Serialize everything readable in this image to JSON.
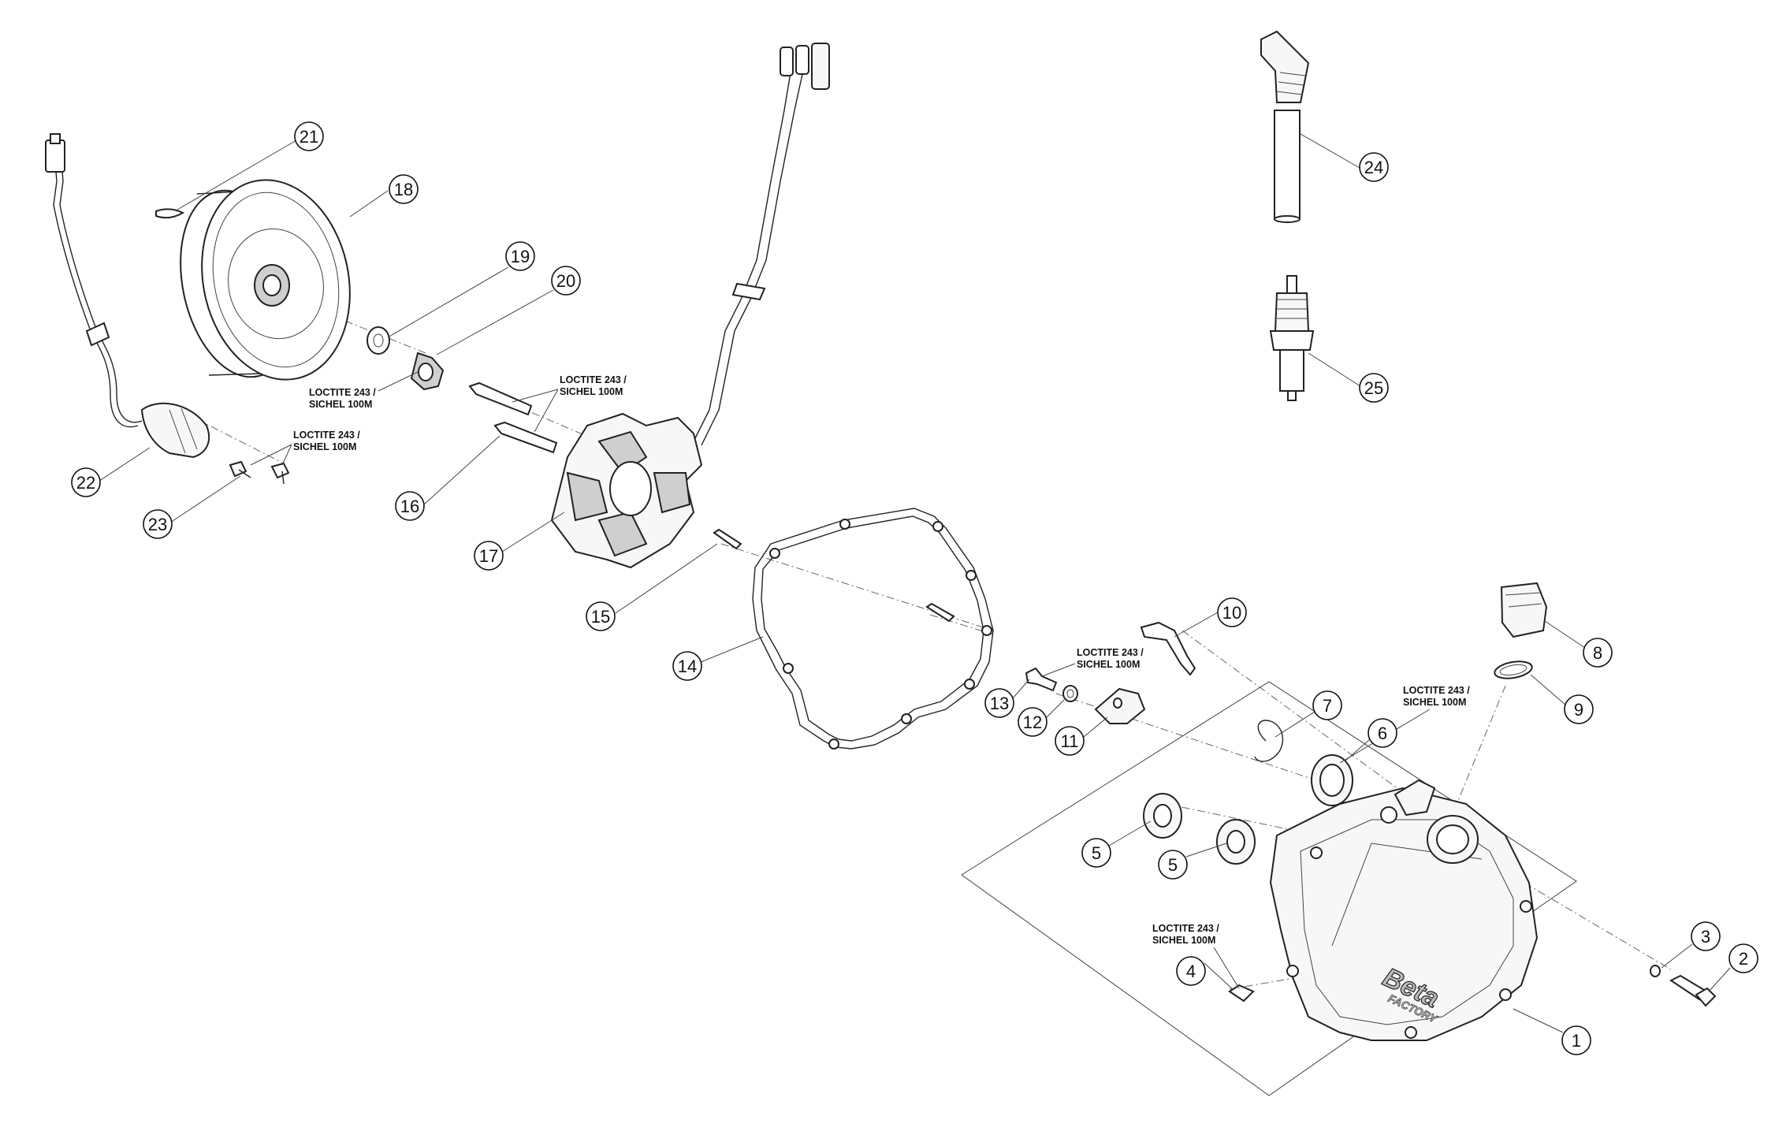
{
  "callouts": {
    "c1": "1",
    "c2": "2",
    "c3": "3",
    "c4": "4",
    "c5a": "5",
    "c5b": "5",
    "c6": "6",
    "c7": "7",
    "c8": "8",
    "c9": "9",
    "c10": "10",
    "c11": "11",
    "c12": "12",
    "c13": "13",
    "c14": "14",
    "c15": "15",
    "c16": "16",
    "c17": "17",
    "c18": "18",
    "c19": "19",
    "c20": "20",
    "c21": "21",
    "c22": "22",
    "c23": "23",
    "c24": "24",
    "c25": "25"
  },
  "notes": {
    "n20": [
      "LOCTITE 243 /",
      "SICHEL 100M"
    ],
    "n16": [
      "LOCTITE 243 /",
      "SICHEL 100M"
    ],
    "n23": [
      "LOCTITE 243 /",
      "SICHEL 100M"
    ],
    "n13": [
      "LOCTITE 243 /",
      "SICHEL 100M"
    ],
    "n6": [
      "LOCTITE 243 /",
      "SICHEL 100M"
    ],
    "n4": [
      "LOCTITE 243 /",
      "SICHEL 100M"
    ]
  },
  "logo": {
    "brand": "Beta",
    "sub": "FACTORY"
  }
}
